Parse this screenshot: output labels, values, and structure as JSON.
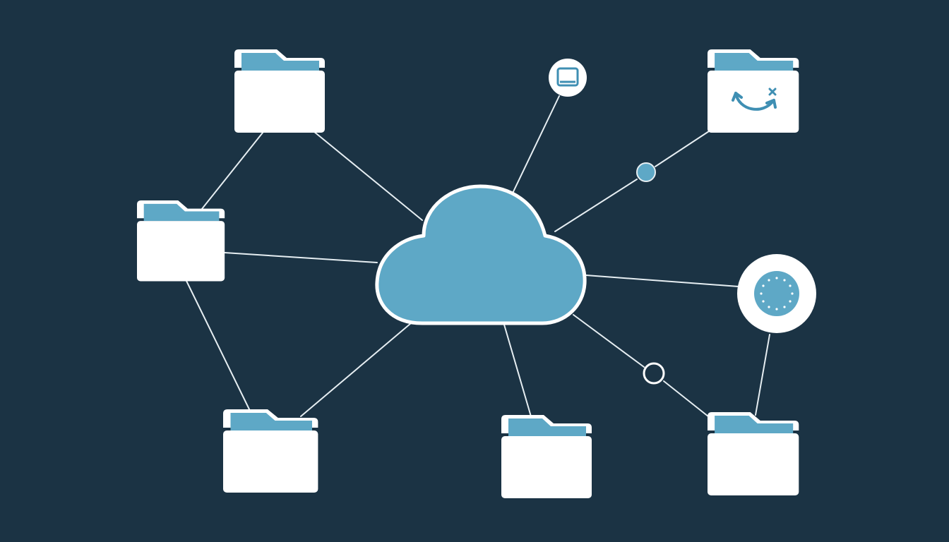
{
  "colors": {
    "background": "#1b3344",
    "accent": "#5ea8c6",
    "white": "#ffffff",
    "line": "#e6eef2"
  },
  "diagram": {
    "center_node": {
      "kind": "cloud",
      "icon": "cloud-icon"
    },
    "nodes": [
      {
        "id": "folder-top-left",
        "icon": "folder-icon"
      },
      {
        "id": "folder-left",
        "icon": "folder-icon"
      },
      {
        "id": "folder-bottom-left",
        "icon": "folder-icon"
      },
      {
        "id": "folder-bottom-center",
        "icon": "folder-icon"
      },
      {
        "id": "folder-bottom-right",
        "icon": "folder-icon"
      },
      {
        "id": "folder-sync",
        "icon": "folder-icon",
        "badge_icon": "sync-arrows-icon"
      },
      {
        "id": "device-node",
        "icon": "monitor-icon"
      },
      {
        "id": "server-node",
        "icon": "globe-icon"
      },
      {
        "id": "junction-filled",
        "icon": "dot-icon"
      },
      {
        "id": "junction-hollow",
        "icon": "ring-icon"
      }
    ],
    "connections": [
      [
        "folder-top-left",
        "cloud"
      ],
      [
        "folder-top-left",
        "folder-left"
      ],
      [
        "folder-left",
        "cloud"
      ],
      [
        "folder-left",
        "folder-bottom-left"
      ],
      [
        "folder-bottom-left",
        "cloud"
      ],
      [
        "folder-bottom-center",
        "cloud"
      ],
      [
        "device-node",
        "cloud"
      ],
      [
        "folder-sync",
        "junction-filled"
      ],
      [
        "junction-filled",
        "cloud"
      ],
      [
        "server-node",
        "cloud"
      ],
      [
        "server-node",
        "folder-bottom-right"
      ],
      [
        "cloud",
        "junction-hollow"
      ],
      [
        "junction-hollow",
        "folder-bottom-right"
      ]
    ]
  }
}
